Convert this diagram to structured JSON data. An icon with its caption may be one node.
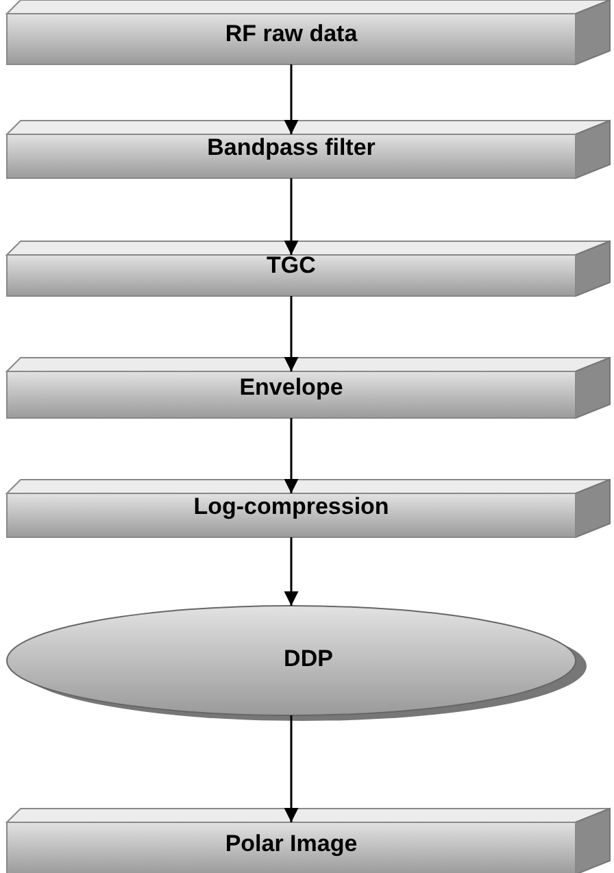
{
  "diagram": {
    "nodes": [
      {
        "text": [
          "RF raw data"
        ]
      },
      {
        "text": [
          "Bandpass filter"
        ]
      },
      {
        "text": [
          "TGC"
        ]
      },
      {
        "text": [
          "Envelope"
        ]
      },
      {
        "text": [
          "Log-compression"
        ]
      },
      {
        "text": [
          "DDP"
        ]
      },
      {
        "text": [
          "Polar Image"
        ]
      }
    ],
    "edges": [
      {
        "from": 0,
        "to": 1,
        "arrow": "to"
      },
      {
        "from": 1,
        "to": 2,
        "arrow": "to"
      },
      {
        "from": 2,
        "to": 3,
        "arrow": "to"
      },
      {
        "from": 3,
        "to": 4,
        "arrow": "to"
      },
      {
        "from": 4,
        "to": 5,
        "arrow": "to"
      },
      {
        "from": 5,
        "to": 6,
        "arrow": "to"
      }
    ]
  }
}
